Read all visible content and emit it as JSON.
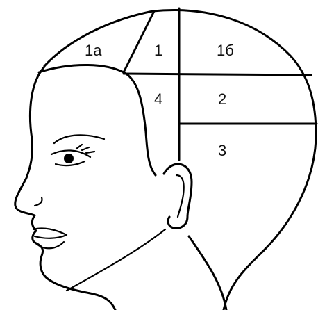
{
  "zones": [
    {
      "id": "1a",
      "label": "1а"
    },
    {
      "id": "1",
      "label": "1"
    },
    {
      "id": "1b",
      "label": "1б"
    },
    {
      "id": "4",
      "label": "4"
    },
    {
      "id": "2",
      "label": "2"
    },
    {
      "id": "3",
      "label": "3"
    }
  ],
  "colors": {
    "line": "#000000",
    "background": "#ffffff",
    "text": "#111111"
  }
}
